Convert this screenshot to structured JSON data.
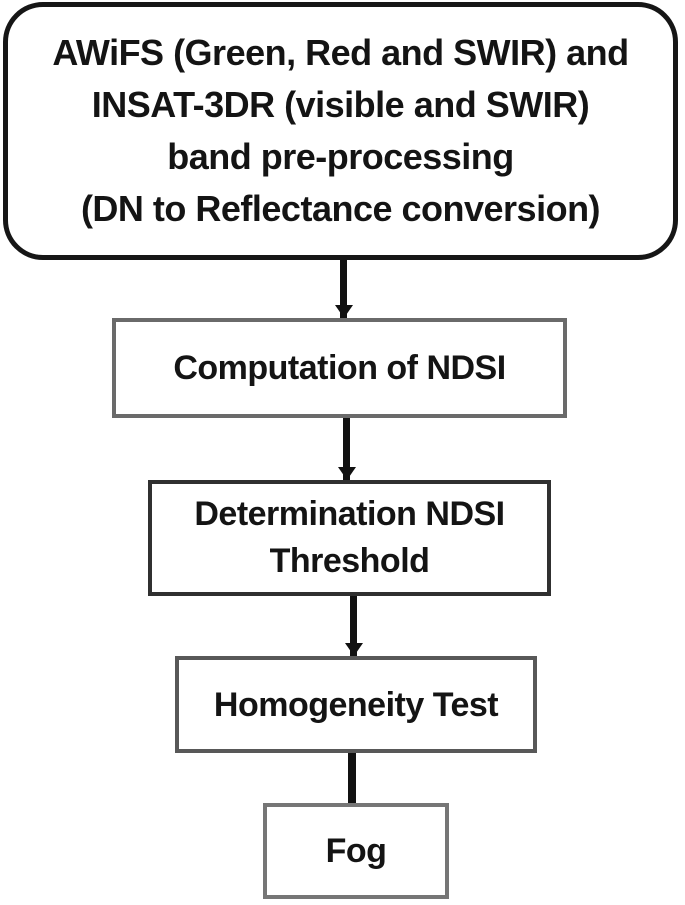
{
  "diagram": {
    "type": "flowchart",
    "colors": {
      "background": "#ffffff",
      "text": "#141414",
      "connector": "#111111",
      "rounded_node_border": "#161616",
      "rect_node_border": "#6a6a6a"
    },
    "nodes": [
      {
        "id": "preprocessing",
        "shape": "rounded-rectangle",
        "lines": [
          "AWiFS (Green, Red and SWIR) and",
          "INSAT-3DR (visible and SWIR)",
          "band pre-processing",
          "(DN to Reflectance conversion)"
        ]
      },
      {
        "id": "computation-ndsi",
        "shape": "rectangle",
        "lines": [
          "Computation of NDSI"
        ]
      },
      {
        "id": "ndsi-threshold",
        "shape": "rectangle",
        "lines": [
          "Determination NDSI",
          "Threshold"
        ]
      },
      {
        "id": "homogeneity-test",
        "shape": "rectangle",
        "lines": [
          "Homogeneity Test"
        ]
      },
      {
        "id": "fog",
        "shape": "rectangle",
        "lines": [
          "Fog"
        ]
      }
    ],
    "edges": [
      {
        "from": "preprocessing",
        "to": "computation-ndsi",
        "direction": "down",
        "arrow": true
      },
      {
        "from": "computation-ndsi",
        "to": "ndsi-threshold",
        "direction": "down",
        "arrow": true
      },
      {
        "from": "ndsi-threshold",
        "to": "homogeneity-test",
        "direction": "down",
        "arrow": true
      },
      {
        "from": "homogeneity-test",
        "to": "fog",
        "direction": "down",
        "arrow": false
      }
    ]
  }
}
